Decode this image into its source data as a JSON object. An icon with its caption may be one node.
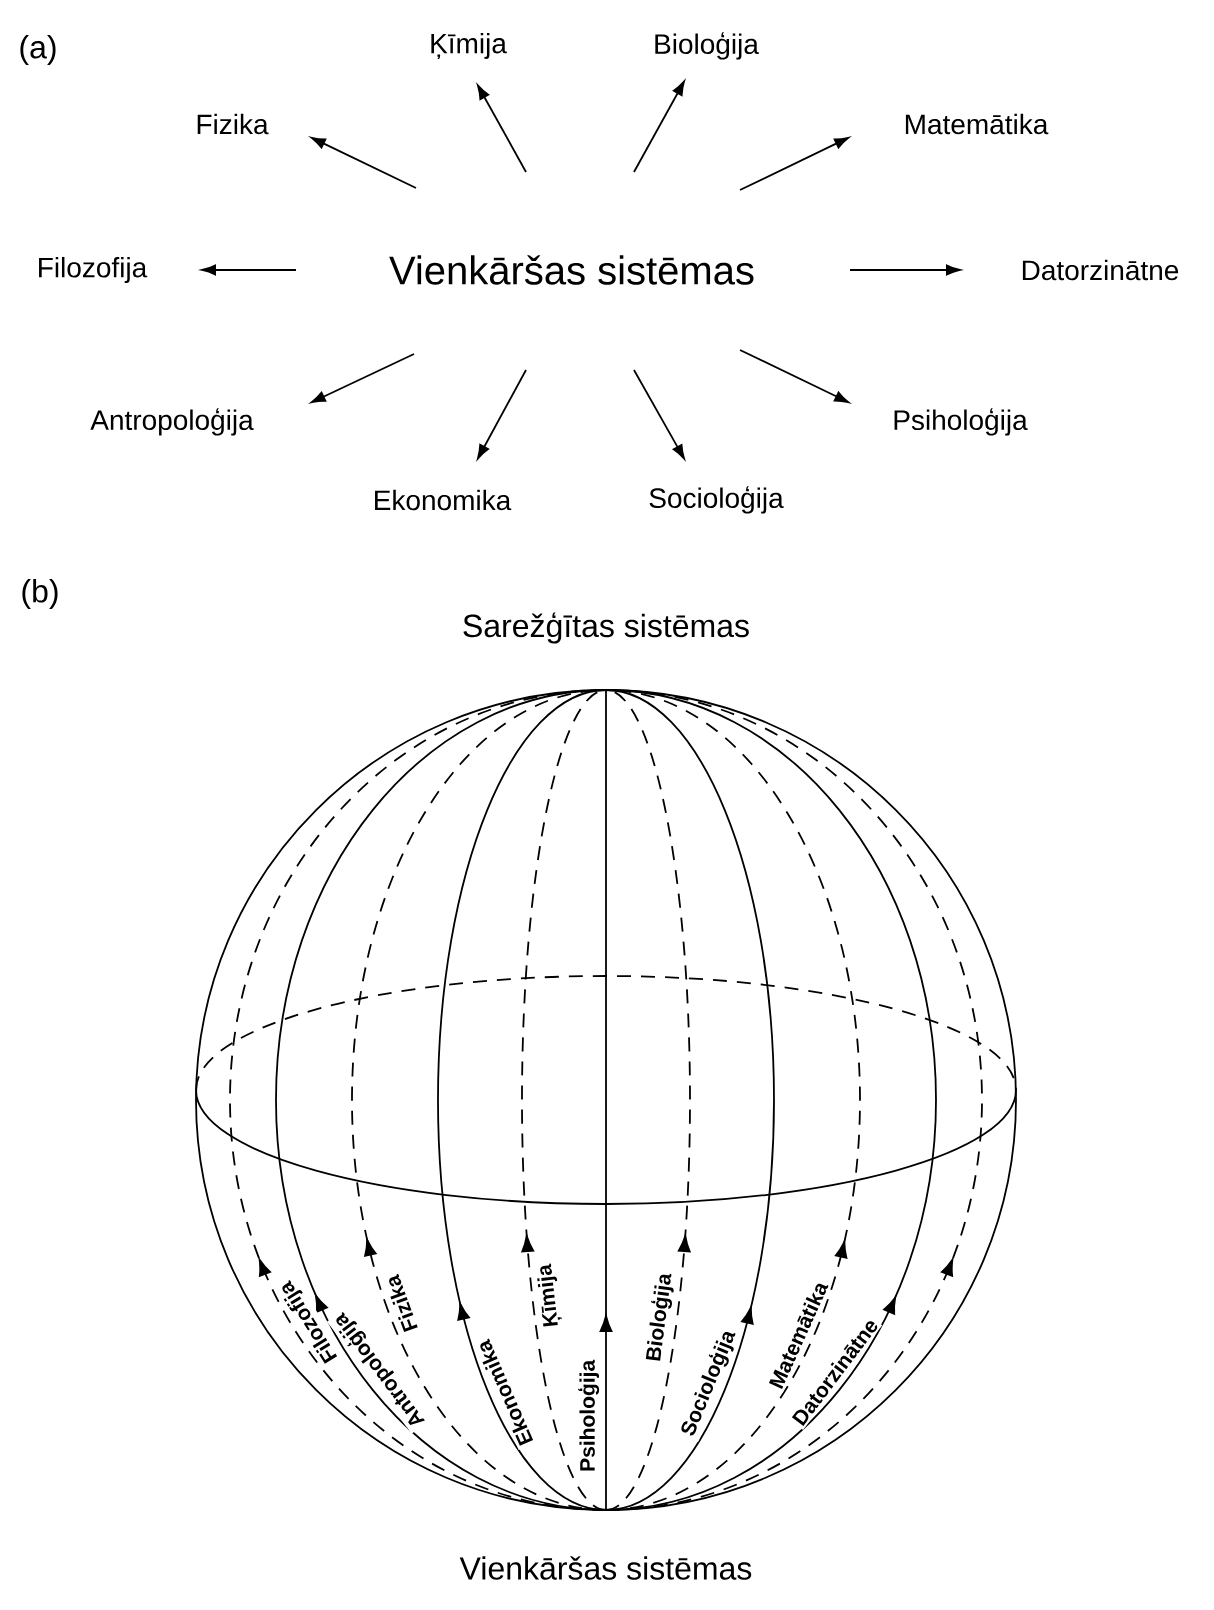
{
  "diagram": {
    "nodes": [
      {
        "text": [
          "Vienkāršas sistēmas"
        ]
      },
      {
        "text": [
          "Ķīmija"
        ]
      },
      {
        "text": [
          "Bioloģija"
        ]
      },
      {
        "text": [
          "Fizika"
        ]
      },
      {
        "text": [
          "Matemātika"
        ]
      },
      {
        "text": [
          "Filozofija"
        ]
      },
      {
        "text": [
          "Datorzinātne"
        ]
      },
      {
        "text": [
          "Antropoloģija"
        ]
      },
      {
        "text": [
          "Psiholoģija"
        ]
      },
      {
        "text": [
          "Ekonomika"
        ]
      },
      {
        "text": [
          "Socioloģija"
        ]
      }
    ],
    "edges": [
      {
        "from": 0,
        "to": 1,
        "arrow": "to"
      },
      {
        "from": 0,
        "to": 2,
        "arrow": "to"
      },
      {
        "from": 0,
        "to": 3,
        "arrow": "to"
      },
      {
        "from": 0,
        "to": 4,
        "arrow": "to"
      },
      {
        "from": 0,
        "to": 5,
        "arrow": "to"
      },
      {
        "from": 0,
        "to": 6,
        "arrow": "to"
      },
      {
        "from": 0,
        "to": 7,
        "arrow": "to"
      },
      {
        "from": 0,
        "to": 8,
        "arrow": "to"
      },
      {
        "from": 0,
        "to": 9,
        "arrow": "to"
      },
      {
        "from": 0,
        "to": 10,
        "arrow": "to"
      }
    ],
    "labels": [
      "(a)",
      "(b)",
      "Sarežģītas sistēmas",
      "Filozofija",
      "Antropoloģija",
      "Fizika",
      "Ekonomika",
      "Ķīmija",
      "Psiholoģija",
      "Bioloģija",
      "Socioloģija",
      "Matemātika",
      "Datorzinātne",
      "Vienkāršas sistēmas"
    ]
  }
}
